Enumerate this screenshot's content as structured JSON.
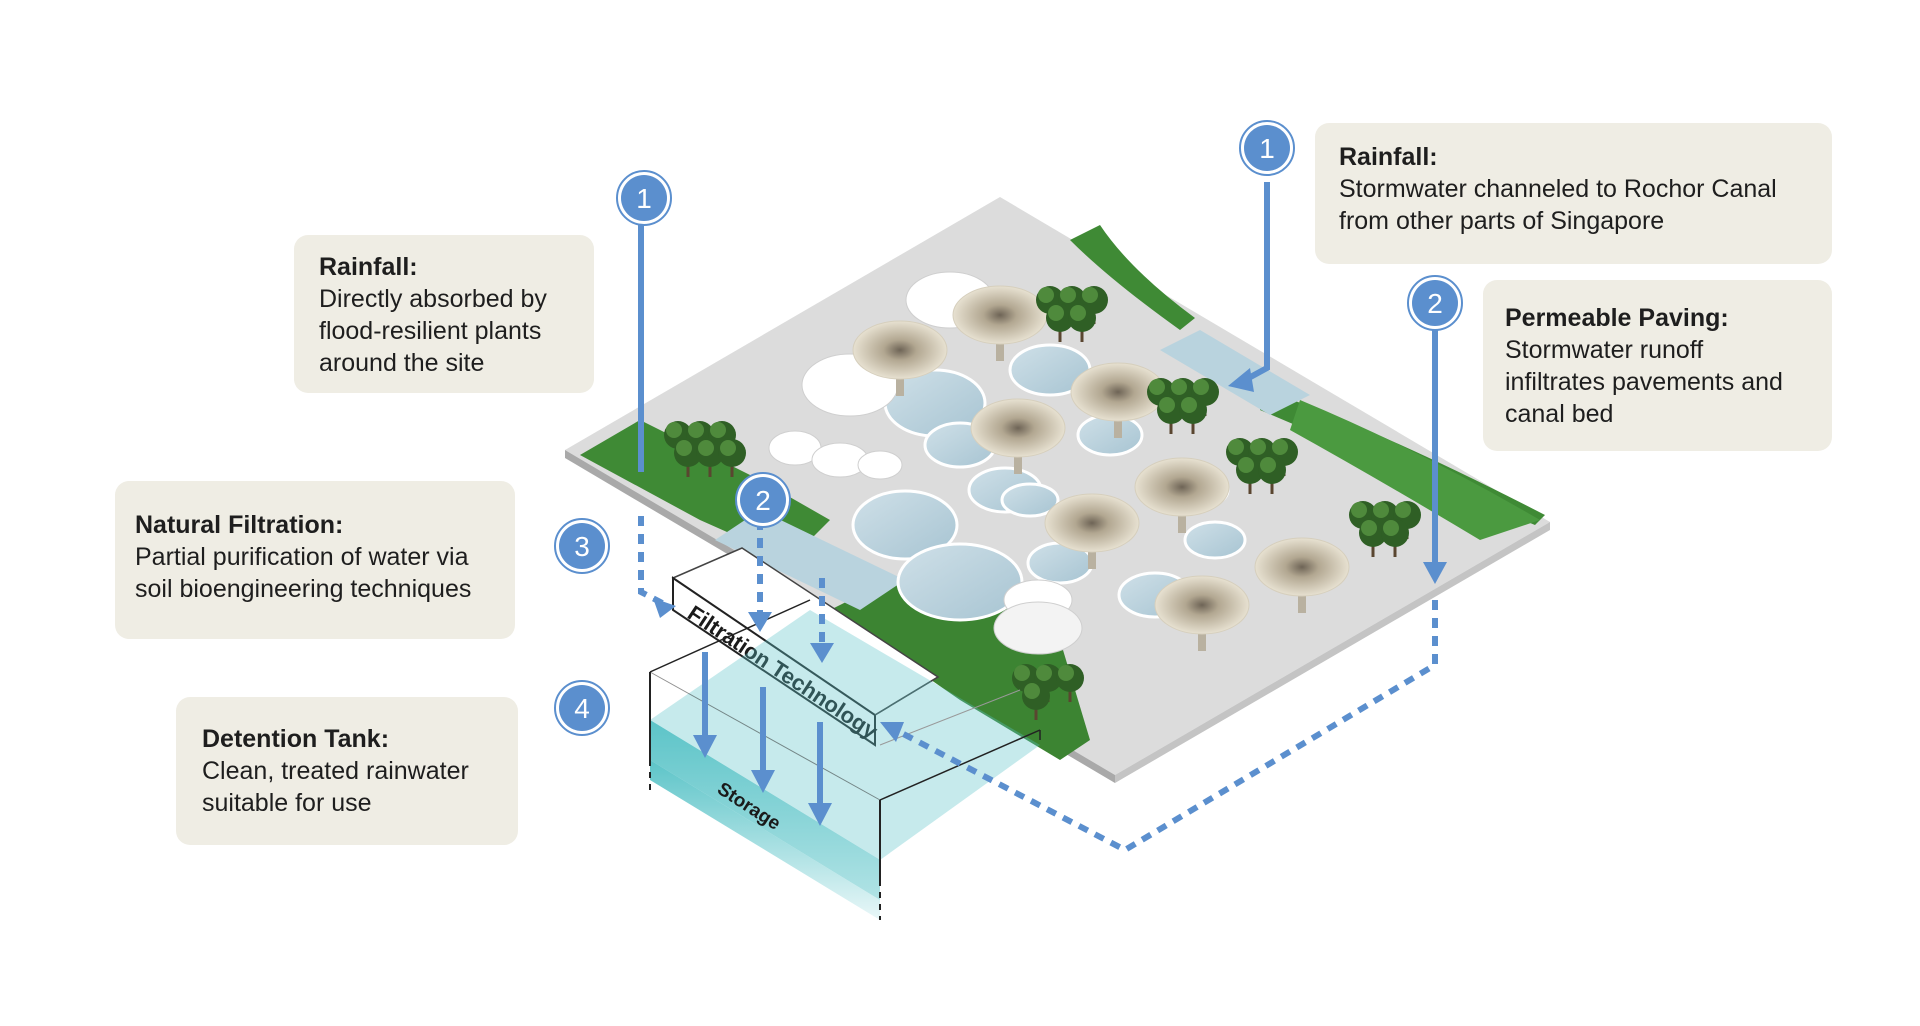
{
  "callouts": {
    "rainfall_site": {
      "title": "Rainfall:",
      "body": "Directly absorbed by flood-resilient plants around the site",
      "step": "1"
    },
    "rainfall_canal": {
      "title": "Rainfall:",
      "body": "Stormwater channeled to Rochor Canal from other parts of Singapore",
      "step": "1"
    },
    "permeable_paving": {
      "title": "Permeable Paving:",
      "body": "Stormwater runoff infiltrates pavements and canal bed",
      "step": "2"
    },
    "natural_filtration": {
      "title": "Natural Filtration:",
      "body": "Partial purification of water via soil bioengineering techniques",
      "step": "3"
    },
    "detention_tank": {
      "title": "Detention Tank:",
      "body": "Clean, treated rainwater suitable for use",
      "step": "4"
    }
  },
  "site_step_2": "2",
  "labels": {
    "filtration": "Filtration Technology",
    "storage": "Storage"
  },
  "colors": {
    "accent": "#5b8fce",
    "card": "#efede4",
    "grass": "#3f8a35",
    "water": "#b9d3de",
    "storage": "#5cc4c8"
  }
}
